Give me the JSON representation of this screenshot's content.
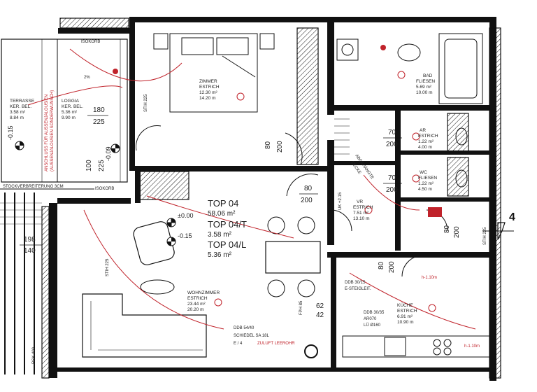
{
  "plan": {
    "marker": "4",
    "top_labels": {
      "line1_name": "TOP 04",
      "line1_value": "58.06 m²",
      "line2_name": "TOP 04/T",
      "line2_value": "3.58 m²",
      "line3_name": "TOP 04/L",
      "line3_value": "5.36 m²"
    },
    "rooms": {
      "zimmer": {
        "name": "ZIMMER",
        "floor": "ESTRICH",
        "area": "12.30 m²",
        "perimeter": "14.20 m"
      },
      "bad": {
        "name": "BAD",
        "floor": "FLIESEN",
        "area": "5.69 m²",
        "perimeter": "10.00 m"
      },
      "ar": {
        "name": "AR",
        "floor": "ESTRICH",
        "area": "1.22 m²",
        "perimeter": "4.00 m"
      },
      "wc": {
        "name": "WC",
        "floor": "FLIESEN",
        "area": "1.22 m²",
        "perimeter": "4.50 m"
      },
      "vr": {
        "name": "VR",
        "floor": "ESTRICH",
        "area": "7.51 m²",
        "perimeter": "13.10 m"
      },
      "wohnzimmer": {
        "name": "WOHNZIMMER",
        "floor": "ESTRICH",
        "area": "23.44 m²",
        "perimeter": "20.20 m"
      },
      "kueche": {
        "name": "KÜCHE",
        "floor": "ESTRICH",
        "area": "6.91 m²",
        "perimeter": "10.90 m"
      },
      "terrasse": {
        "name": "TERRASSE",
        "floor": "KER. BEL.",
        "area": "3.58 m²",
        "perimeter": "8.84 m"
      },
      "loggia": {
        "name": "LOGGIA",
        "floor": "KER. BEL.",
        "area": "5.36 m²",
        "perimeter": "9.90 m"
      }
    },
    "dims": {
      "d180": "180",
      "d225a": "225",
      "d100": "100",
      "d225b": "225",
      "d80a": "80",
      "d200a": "200",
      "d80b": "80",
      "d200b": "200",
      "d70a": "70",
      "d200c": "200",
      "d70b": "70",
      "d200d": "200",
      "d80c": "80",
      "d200e": "200",
      "d80d": "80",
      "d200f": "200",
      "d198": "198",
      "d140": "140",
      "d62": "62",
      "d42": "42"
    },
    "levels": {
      "lv0": "±0.00",
      "lv1": "-0.15",
      "lv2": "-0.15",
      "lv3": "-0.09"
    },
    "notes": {
      "stockwerk": "STOCKVERBREITERUNG 3CM",
      "abgehaengte": "ABGEHÄNGTE",
      "decke": "DECKE",
      "uk": "UK +2.15",
      "ddb_vr": "DDB 30/15",
      "steiglt": "E-STEIGLEIT.",
      "ddb_kue": "DDB 30/35",
      "ar70": "AR070",
      "lue": "LÜ Ø160",
      "ddb_wz": "DDB 54/40",
      "schiedel": "SCHIEDEL SA 18L",
      "e4": "E / 4",
      "zuluft": "ZULUFT LEEROHR",
      "isokorb1": "ISOKORB",
      "isokorb2": "ISOKORB",
      "fph": "FPH 85",
      "stiz1": "STIH 225",
      "stiz2": "STIH 225",
      "stiz3": "STIH 225",
      "rsk": "RSK 409",
      "slope": "2%",
      "h1": "h-1.10m",
      "h2": "h-1.10m",
      "aussen1": "ANSCHLUSS FÜR AUSSENJALOUSIEN",
      "aussen2": "(AUSSENJALOUSIEN SONDERWUNSCH)"
    }
  }
}
